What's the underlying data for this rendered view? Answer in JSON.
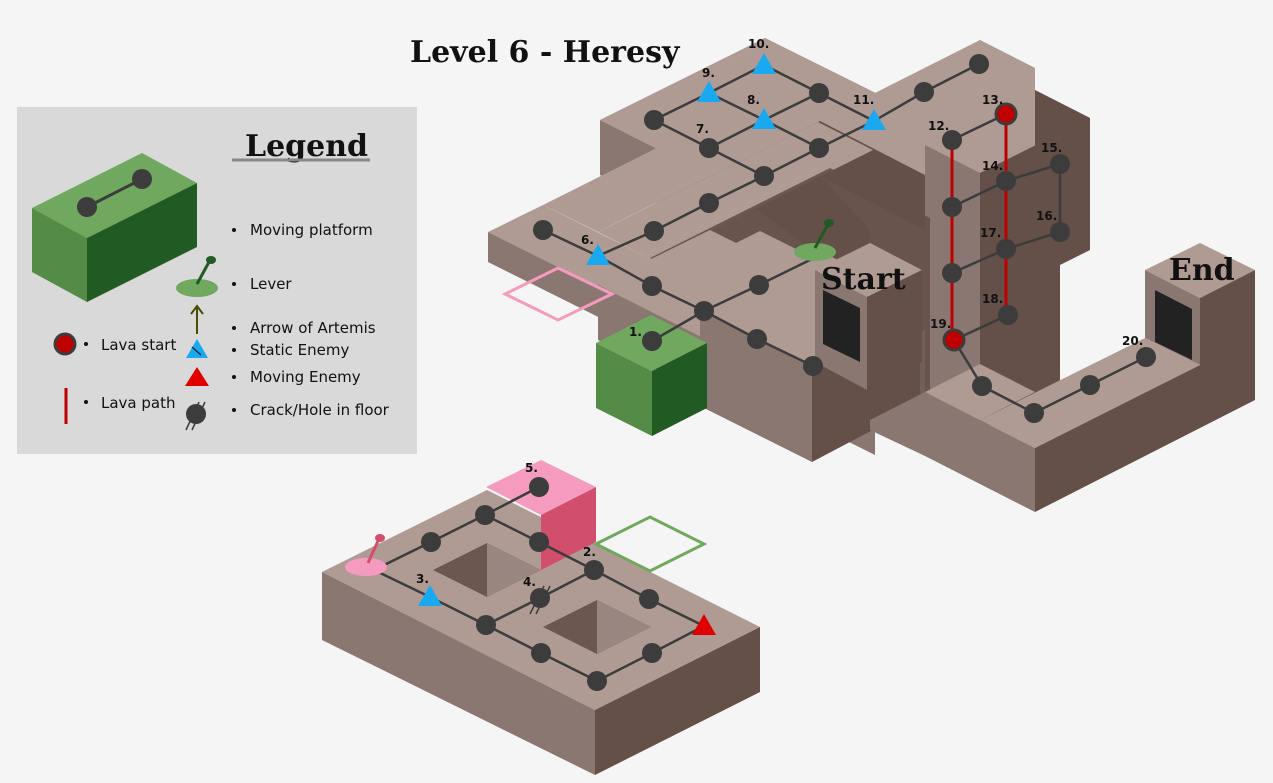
{
  "title": "Level 6 - Heresy",
  "legend": {
    "heading": "Legend",
    "items": {
      "moving_platform": "Moving platform",
      "lever": "Lever",
      "arrow": "Arrow of Artemis",
      "static_enemy": "Static Enemy",
      "moving_enemy": "Moving Enemy",
      "crack": "Crack/Hole in floor",
      "lava_start": "Lava start",
      "lava_path": "Lava path"
    }
  },
  "labels": {
    "start": "Start",
    "end": "End"
  },
  "nodes": [
    "1.",
    "2.",
    "3.",
    "4.",
    "5.",
    "6.",
    "7.",
    "8.",
    "9.",
    "10.",
    "11.",
    "12.",
    "13.",
    "14.",
    "15.",
    "16.",
    "17.",
    "18.",
    "19.",
    "20."
  ],
  "colors": {
    "stone_top": "#b09b94",
    "stone_left": "#8b7772",
    "stone_right": "#654f49",
    "green_top": "#6fa85e",
    "green_left": "#548c47",
    "green_right": "#225a23",
    "pink": "#f59bbf",
    "pink_dark": "#d24e6d",
    "node": "#3c3c3c",
    "lava": "#c00000",
    "enemy_static": "#19a9f0",
    "enemy_moving": "#e00000"
  }
}
